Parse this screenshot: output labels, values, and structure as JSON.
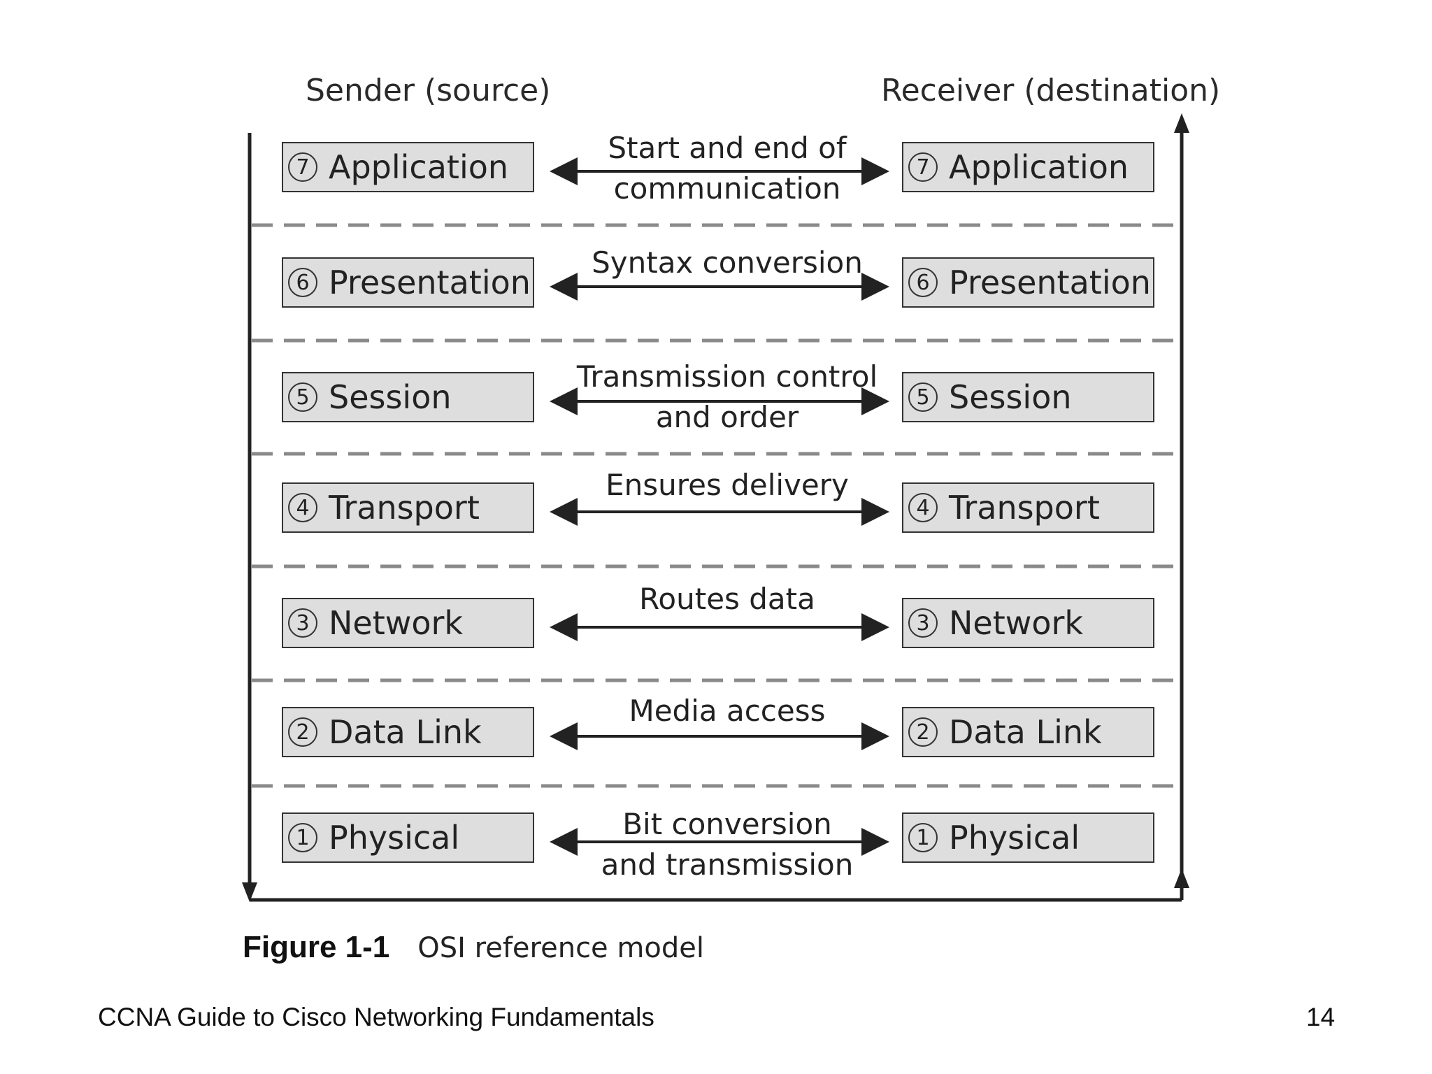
{
  "diagram": {
    "sender_label": "Sender (source)",
    "receiver_label": "Receiver (destination)",
    "layers": [
      {
        "number": "7",
        "name": "Application",
        "exchange": [
          "Start and end of",
          "communication"
        ]
      },
      {
        "number": "6",
        "name": "Presentation",
        "exchange": [
          "Syntax conversion"
        ]
      },
      {
        "number": "5",
        "name": "Session",
        "exchange": [
          "Transmission control",
          "and order"
        ]
      },
      {
        "number": "4",
        "name": "Transport",
        "exchange": [
          "Ensures delivery"
        ]
      },
      {
        "number": "3",
        "name": "Network",
        "exchange": [
          "Routes data"
        ]
      },
      {
        "number": "2",
        "name": "Data Link",
        "exchange": [
          "Media access"
        ]
      },
      {
        "number": "1",
        "name": "Physical",
        "exchange": [
          "Bit conversion",
          "and transmission"
        ]
      }
    ]
  },
  "caption": {
    "figure_number": "Figure 1-1",
    "figure_title": "OSI reference model"
  },
  "footer": {
    "title": "CCNA Guide to Cisco Networking Fundamentals",
    "page": "14"
  },
  "colors": {
    "box_fill": "#dedede",
    "stroke": "#222222",
    "divider": "#8a8a8a"
  }
}
